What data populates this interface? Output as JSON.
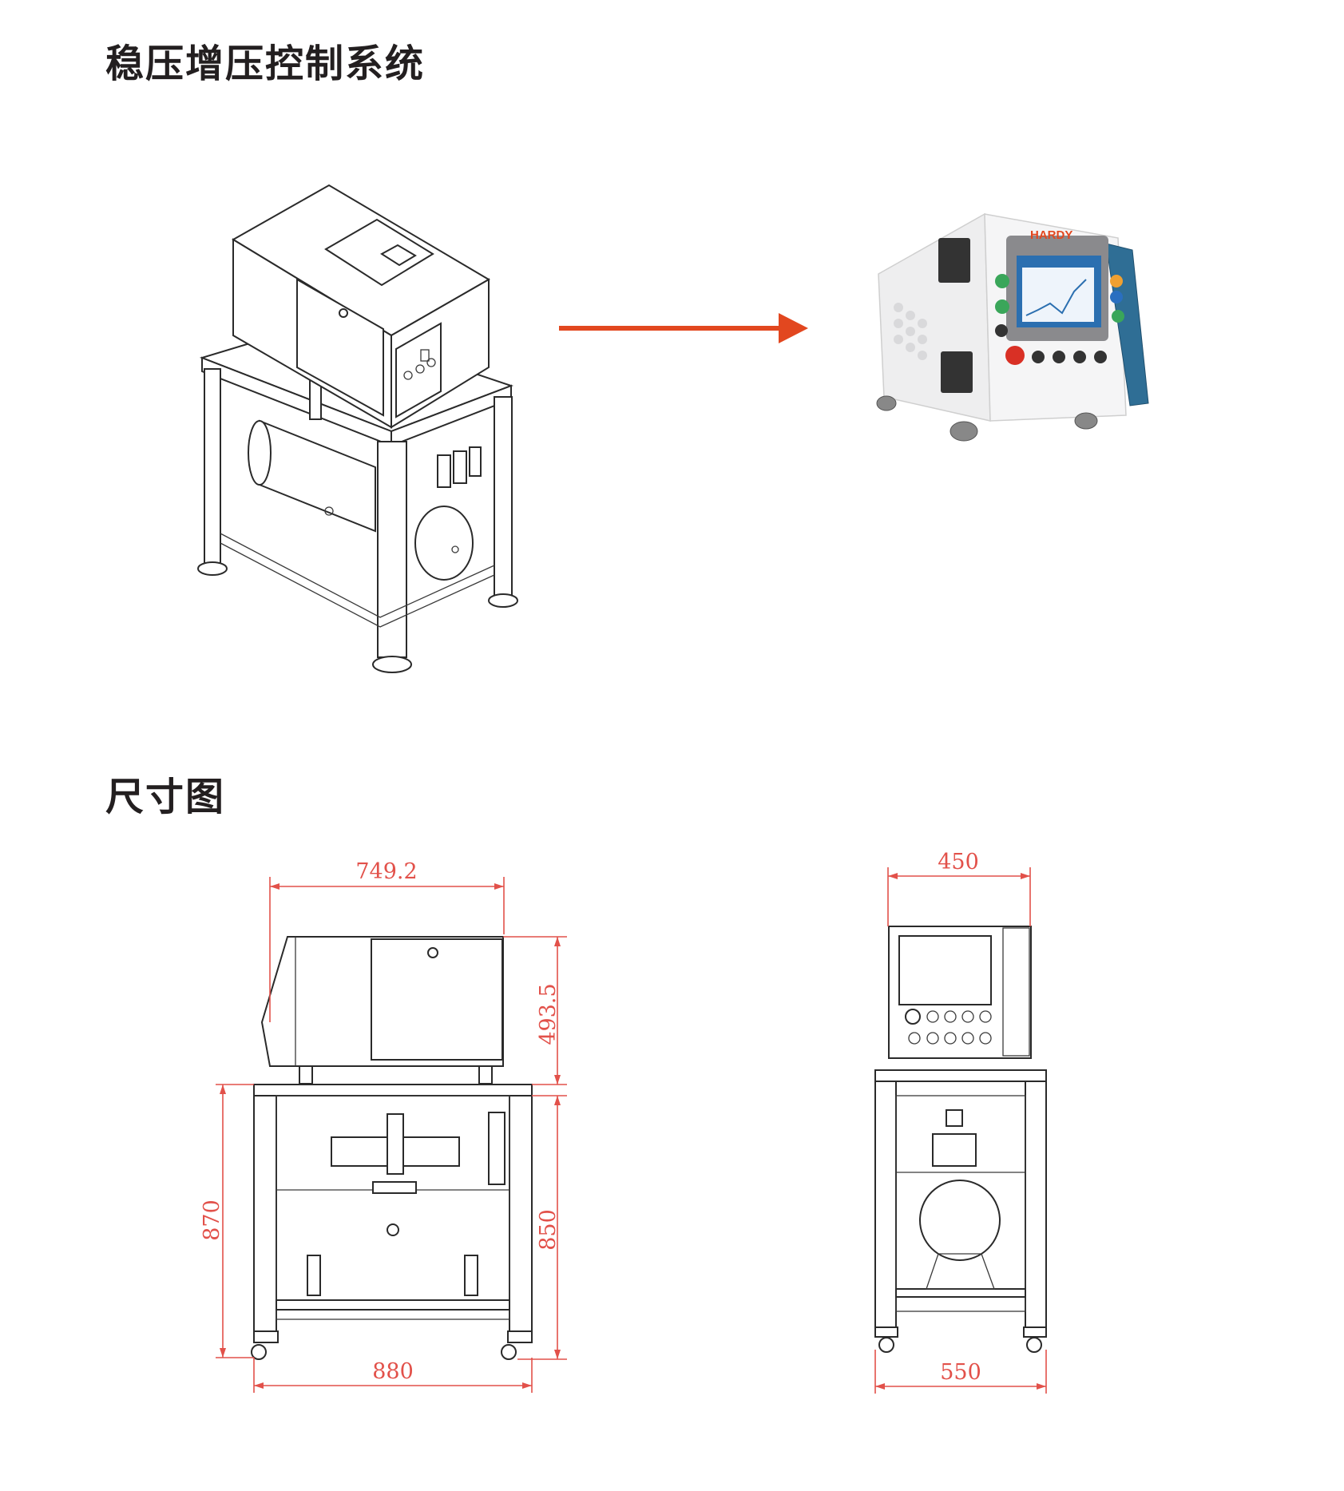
{
  "headings": {
    "system_title": "稳压增压控制系统",
    "dimension_title": "尺寸图"
  },
  "product_photo": {
    "brand_logo": "HARDY"
  },
  "arrow_color": "#e2471f",
  "dimension_color": "#e2514a",
  "dimensions": {
    "front_view": {
      "top_width": "749.2",
      "upper_height": "493.5",
      "left_height": "870",
      "right_height": "850",
      "base_width": "880"
    },
    "side_view": {
      "top_width": "450",
      "base_width": "550"
    }
  }
}
